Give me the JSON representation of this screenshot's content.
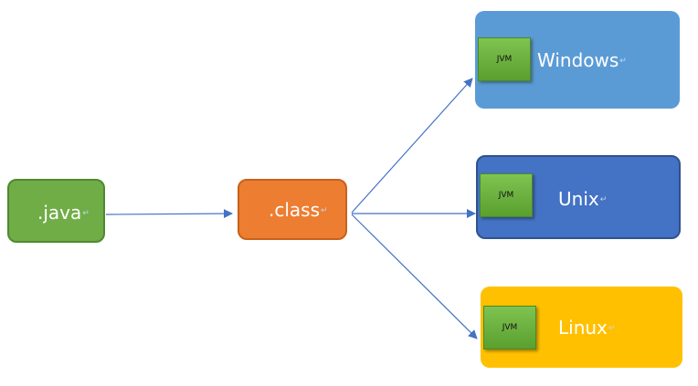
{
  "nodes": {
    "source": {
      "label": ".java",
      "mark": "↵"
    },
    "bytecode": {
      "label": ".class",
      "mark": "↵"
    },
    "windows": {
      "label": "Windows",
      "mark": "↵",
      "jvm": "JVM"
    },
    "unix": {
      "label": "Unix",
      "mark": "↵",
      "jvm": "JVM"
    },
    "linux": {
      "label": "Linux",
      "mark": "↵",
      "jvm": "JVM"
    }
  },
  "colors": {
    "source": "#70ad47",
    "bytecode": "#ed7d31",
    "windows": "#5b9bd5",
    "unix": "#4472c4",
    "linux": "#ffc000",
    "jvm": "#6ab04c",
    "arrow": "#4472c4"
  }
}
